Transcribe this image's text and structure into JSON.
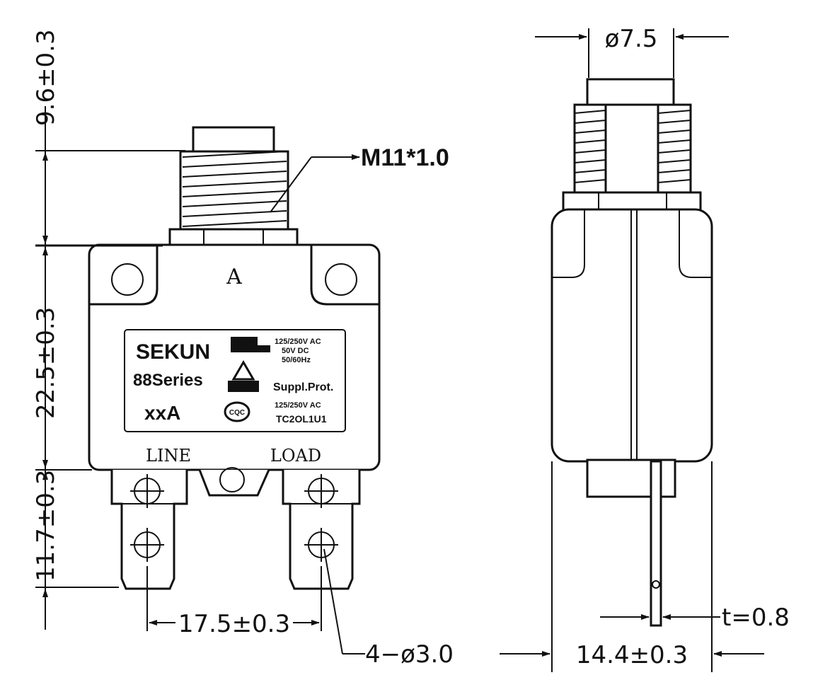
{
  "front_view": {
    "dim_top_height": "9.6±0.3",
    "dim_body_height": "22.5±0.3",
    "dim_terminal_height": "11.7±0.3",
    "dim_terminal_pitch": "17.5±0.3",
    "thread_callout": "M11*1.0",
    "hole_callout": "4−ø3.0",
    "body_letter": "A",
    "terminal_left_label": "LINE",
    "terminal_right_label": "LOAD",
    "label_plate": {
      "brand": "SEKUN",
      "series": "88Series",
      "rating": "xxA",
      "cert_line1": "125/250V AC",
      "cert_line2": "50V DC",
      "cert_line3": "50/60Hz",
      "suppl_prot": "Suppl.Prot.",
      "cert_line4": "125/250V AC",
      "cert_line5": "TC2OL1U1",
      "cert_mark": "CQC"
    }
  },
  "side_view": {
    "dim_button_dia": "ø7.5",
    "dim_thickness": "t=0.8",
    "dim_width": "14.4±0.3"
  }
}
